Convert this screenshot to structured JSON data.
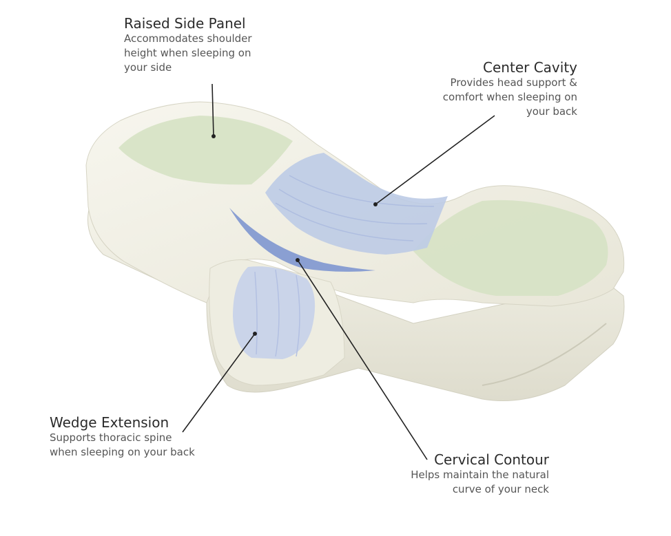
{
  "labels": {
    "raised_side_panel": {
      "title": "Raised Side Panel",
      "lines": [
        "Accommodates shoulder",
        "height when sleeping on",
        "your side"
      ]
    },
    "center_cavity": {
      "title": "Center Cavity",
      "lines": [
        "Provides head support &",
        "comfort when sleeping on",
        "your back"
      ]
    },
    "wedge_extension": {
      "title": "Wedge Extension",
      "lines": [
        "Supports thoracic spine",
        "when sleeping on your back"
      ]
    },
    "cervical_contour": {
      "title": "Cervical Contour",
      "lines": [
        "Helps maintain the natural",
        "curve of your neck"
      ]
    }
  },
  "colors": {
    "foam": "#efeee2",
    "foam_shadow": "#dcdacb",
    "side_panel": "#d6e2c4",
    "cavity": "#bccbe6",
    "contour": "#8a9fd2",
    "leader": "#222222"
  }
}
